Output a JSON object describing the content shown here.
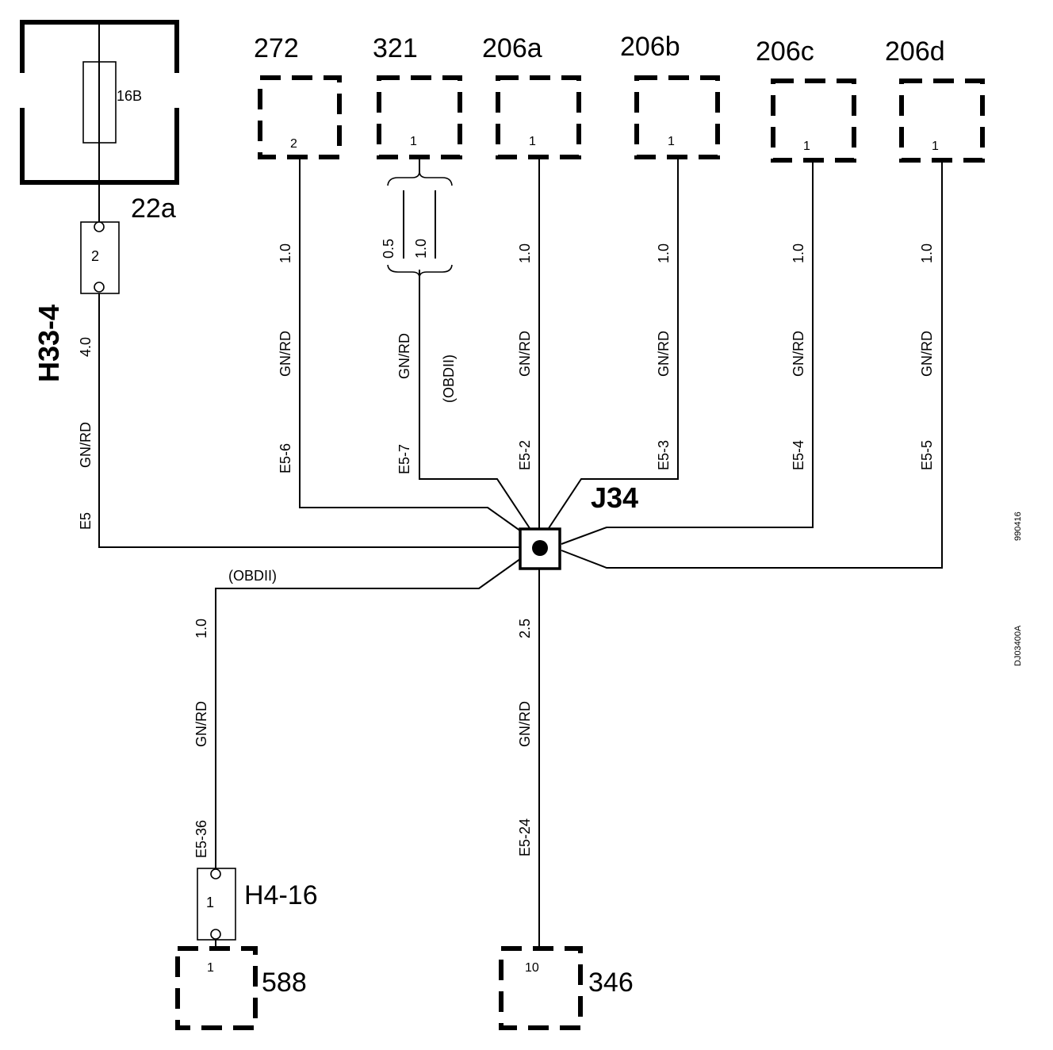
{
  "components": {
    "c272": {
      "label": "272",
      "pin": "2"
    },
    "c321": {
      "label": "321",
      "pin": "1"
    },
    "c206a": {
      "label": "206a",
      "pin": "1"
    },
    "c206b": {
      "label": "206b",
      "pin": "1"
    },
    "c206c": {
      "label": "206c",
      "pin": "1"
    },
    "c206d": {
      "label": "206d",
      "pin": "1"
    },
    "c588": {
      "label": "588",
      "pin": "1"
    },
    "c346": {
      "label": "346",
      "pin": "10"
    }
  },
  "fuse": {
    "label": "16B",
    "connector": "22a"
  },
  "connectors": {
    "h33": {
      "label": "H33-4",
      "pin": "2"
    },
    "h4": {
      "label": "H4-16",
      "pin": "1"
    }
  },
  "junction": {
    "label": "J34"
  },
  "wires": {
    "w272": {
      "gauge": "1.0",
      "color": "GN/RD",
      "id": "E5-6"
    },
    "w321": {
      "gauge_a": "0.5",
      "gauge_b": "1.0",
      "color": "GN/RD",
      "note": "(OBDII)",
      "id": "E5-7"
    },
    "w206a": {
      "gauge": "1.0",
      "color": "GN/RD",
      "id": "E5-2"
    },
    "w206b": {
      "gauge": "1.0",
      "color": "GN/RD",
      "id": "E5-3"
    },
    "w206c": {
      "gauge": "1.0",
      "color": "GN/RD",
      "id": "E5-4"
    },
    "w206d": {
      "gauge": "1.0",
      "color": "GN/RD",
      "id": "E5-5"
    },
    "wfuse": {
      "gauge": "4.0",
      "color": "GN/RD",
      "id": "E5"
    },
    "w588": {
      "note": "(OBDII)",
      "gauge": "1.0",
      "color": "GN/RD",
      "id": "E5-36"
    },
    "w346": {
      "gauge": "2.5",
      "color": "GN/RD",
      "id": "E5-24"
    }
  },
  "side_codes": {
    "code1": "990416",
    "code2": "DJ03400A"
  }
}
